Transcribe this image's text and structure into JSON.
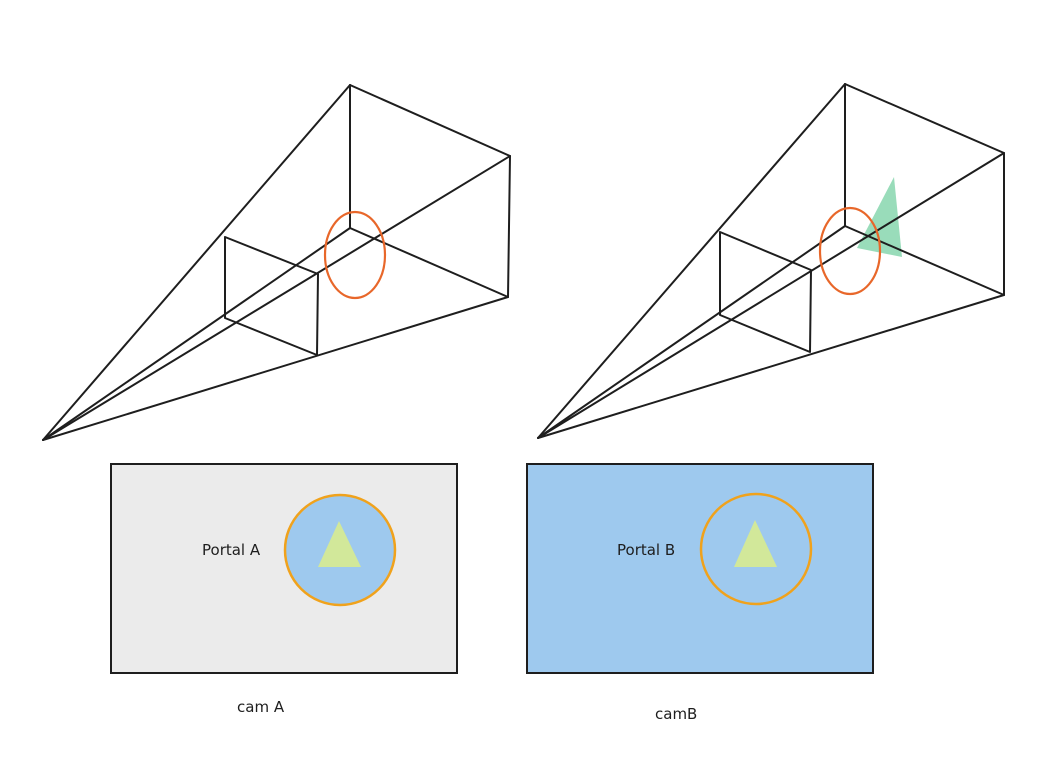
{
  "colors": {
    "line": "#1e1e1e",
    "portal_ring": "#e8672a",
    "screen_border": "#f0a21c",
    "gray_fill": "#ebebeb",
    "blue_fill": "#9ec9ee",
    "triangle_yellow": "#d2e89a",
    "triangle_green": "#8ed8b2"
  },
  "panels": [
    {
      "portal_label": "Portal A",
      "camera_label": "cam A",
      "background": "gray",
      "circle_fill": "blue"
    },
    {
      "portal_label": "Portal B",
      "camera_label": "camB",
      "background": "blue",
      "circle_fill": "none"
    }
  ]
}
